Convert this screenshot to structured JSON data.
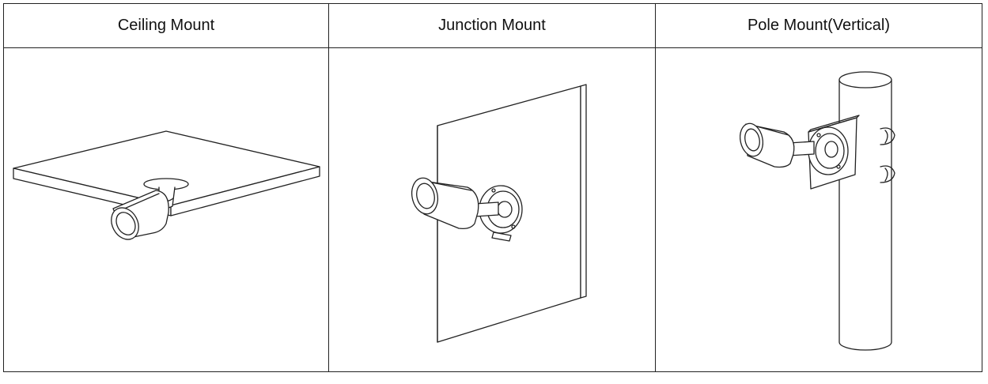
{
  "table": {
    "headers": [
      "Ceiling Mount",
      "Junction Mount",
      "Pole Mount(Vertical)"
    ]
  },
  "figures": {
    "ceiling": {
      "icon": "ceiling-mounted-bullet-camera-illustration"
    },
    "junction": {
      "icon": "junction-box-mounted-bullet-camera-illustration"
    },
    "pole": {
      "icon": "pole-mounted-bullet-camera-illustration"
    }
  }
}
